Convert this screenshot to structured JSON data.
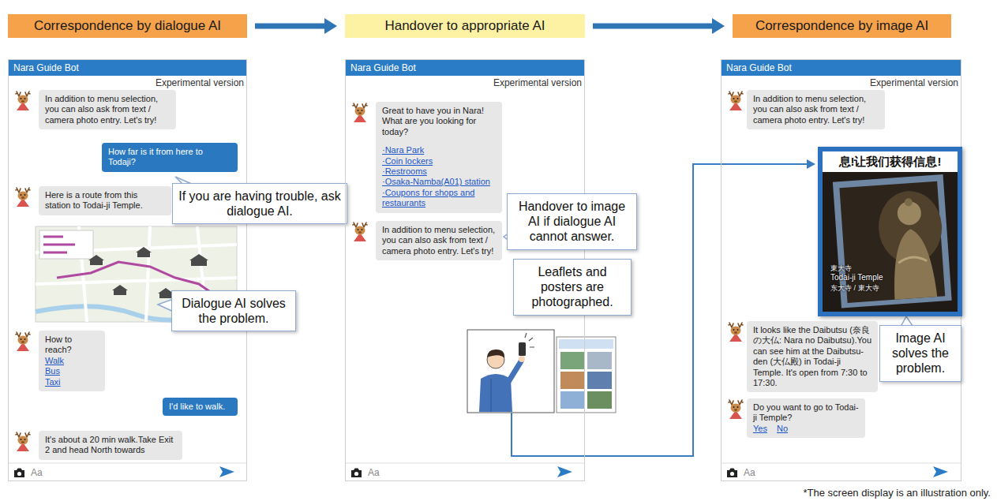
{
  "diagram": {
    "nodes": [
      {
        "text": [
          "Correspondence by dialogue AI"
        ]
      },
      {
        "text": [
          "Handover to appropriate AI"
        ]
      },
      {
        "text": [
          "Correspondence by image AI"
        ]
      },
      {
        "text": [
          "Nara Guide Bot",
          "Experimental version",
          "Aa"
        ]
      },
      {
        "text": [
          "In addition to menu selection, you can also ask from text / camera photo entry. Let's try!"
        ],
        "in": 3
      },
      {
        "text": [
          "How far is it from here to Todaji?"
        ],
        "in": 3
      },
      {
        "text": [
          "Here is a route from this station to Todai-ji Temple."
        ],
        "in": 3
      },
      {
        "text": [
          "How to reach?",
          "Walk",
          "Bus",
          "Taxi"
        ],
        "in": 3
      },
      {
        "text": [
          "I'd like to walk."
        ],
        "in": 3
      },
      {
        "text": [
          "It's about a 20 min walk.Take Exit 2 and head North towards"
        ],
        "in": 3
      },
      {
        "text": [
          "If you are having trouble, ask dialogue AI."
        ]
      },
      {
        "text": [
          "Dialogue AI solves the problem."
        ]
      },
      {
        "text": [
          "Nara Guide Bot",
          "Experimental version",
          "Aa"
        ]
      },
      {
        "text": [
          "Great to have you in Nara! What are you looking for today?",
          "·Nara Park",
          "·Coin lockers",
          "·Restrooms",
          "·Osaka-Namba(A01) station",
          "·Coupons for shops and restaurants"
        ],
        "in": 12
      },
      {
        "text": [
          "In addition to menu selection, you can also ask from text / camera photo entry. Let's try!"
        ],
        "in": 12
      },
      {
        "text": [
          "Handover to image AI if dialogue AI cannot answer."
        ]
      },
      {
        "text": [
          "Leaflets and posters are photographed."
        ]
      },
      {
        "text": [
          "Nara Guide Bot",
          "Experimental version",
          "Aa"
        ]
      },
      {
        "text": [
          "In addition to menu selection, you can also ask from text / camera photo entry. Let's try!"
        ],
        "in": 17
      },
      {
        "text": [
          "息!让我们获得信息!",
          "東大寺",
          "Todai-ji Temple",
          "东大寺 / 東大寺"
        ],
        "in": 17
      },
      {
        "text": [
          "It looks like the Daibutsu (奈良の大仏: Nara no Daibutsu).You can see him at the Daibutsu-den (大仏殿) in Todai-ji Temple. It's open from 7:30 to 17:30."
        ],
        "in": 17
      },
      {
        "text": [
          "Do you want to go to Todai-ji Temple?",
          "Yes",
          "No"
        ],
        "in": 17
      },
      {
        "text": [
          "Image AI solves the problem."
        ]
      }
    ],
    "edges": [
      {
        "from": 0,
        "to": 1,
        "arrow": "to"
      },
      {
        "from": 1,
        "to": 2,
        "arrow": "to"
      }
    ],
    "labels": [
      "*The screen display is an illustration only."
    ]
  }
}
